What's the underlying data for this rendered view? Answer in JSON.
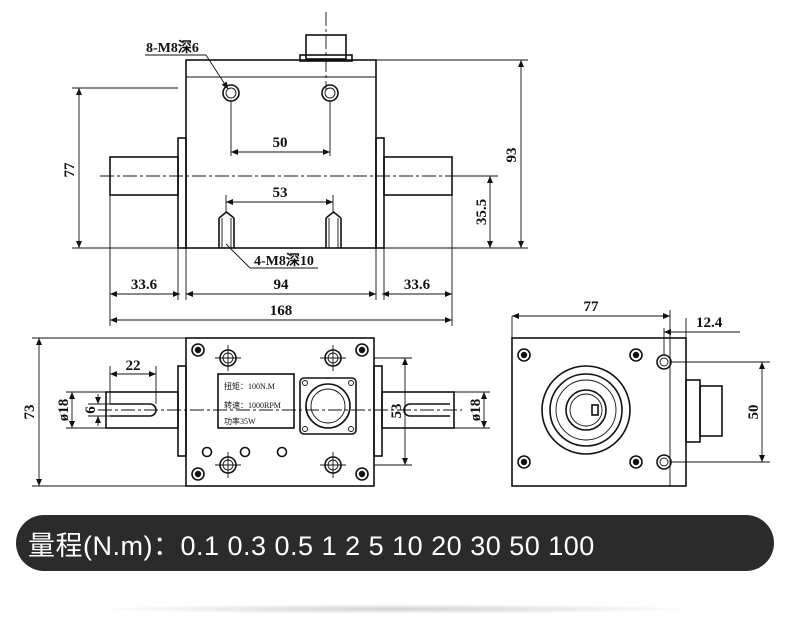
{
  "top_view": {
    "label_top_holes": "8-M8深6",
    "label_bottom_holes": "4-M8深10",
    "dim_50": "50",
    "dim_53": "53",
    "dim_77": "77",
    "dim_93": "93",
    "dim_35_5": "35.5",
    "dim_33_6_left": "33.6",
    "dim_94": "94",
    "dim_33_6_right": "33.6",
    "dim_168": "168"
  },
  "front_view": {
    "dim_22": "22",
    "dim_phi18_left": "ø18",
    "dim_6": "6",
    "dim_73": "73",
    "dim_53": "53",
    "dim_phi18_right": "ø18",
    "nameplate": {
      "line1": "扭矩：100N.M",
      "line2": "转速：1000RPM",
      "line3": "功率35W"
    }
  },
  "side_view": {
    "dim_77": "77",
    "dim_12_4": "12.4",
    "dim_50": "50"
  },
  "banner": {
    "text": "量程(N.m)：0.1  0.3  0.5  1  2  5  10   20  30  50  100"
  }
}
